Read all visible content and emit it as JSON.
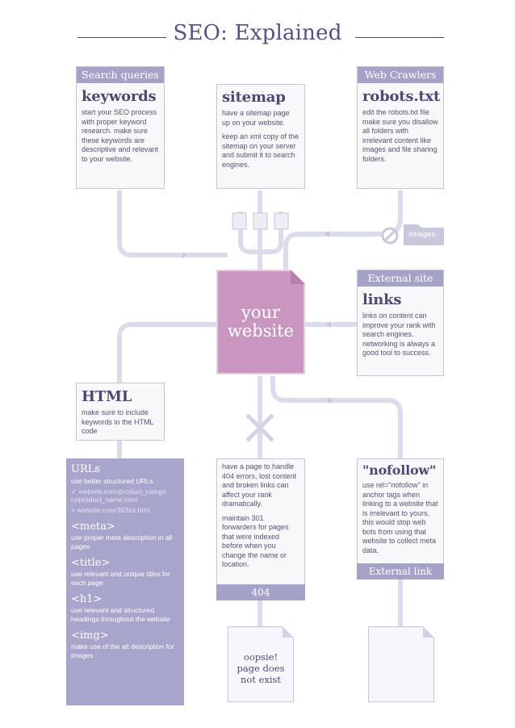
{
  "title": "SEO: Explained",
  "colors": {
    "accent": "#a5a2c8",
    "website": "#c896bf",
    "text": "#4d4a72"
  },
  "keywords_card": {
    "header": "Search queries",
    "heading": "keywords",
    "text": "start your SEO process with proper keyword research. make sure these keywords are descriptive and relevant to your website."
  },
  "sitemap_card": {
    "heading": "sitemap",
    "text1": "have a sitemap page up on your website.",
    "text2": "keep an xml copy of the sitemap on your server and submit it to search engines."
  },
  "robots_card": {
    "header": "Web Crawlers",
    "heading": "robots.txt",
    "text": "edit the robots.txt file make sure you disallow all folders with irrelevant content like images and file sharing folders."
  },
  "images_folder": "/images",
  "website": {
    "line1": "your",
    "line2": "website"
  },
  "links_card": {
    "header": "External site",
    "heading": "links",
    "text": "links on content can improve your rank with search engines. networking is always a good tool to success."
  },
  "html_card": {
    "heading": "HTML",
    "text": "make sure to include keywords in the HTML code"
  },
  "urls_panel": {
    "heading": "URLs",
    "sub": "use better structured URLs",
    "good_url": "✓ website.com/product_catego ry/product_name.html",
    "bad_url": "× website.com/353za.html",
    "meta_tag": "<meta>",
    "meta_text": "use proper meta description in all pages",
    "title_tag": "<title>",
    "title_text": "use relevant and unique titles for each page",
    "h1_tag": "<h1>",
    "h1_text": "use relevant and structured headings throughout the website",
    "img_tag": "<img>",
    "img_text": "make use of the alt description for images"
  },
  "card_404": {
    "text1": "have a page to handle 404 errors, lost content and broken links can affect your rank dramatically.",
    "text2": "maintain 301 forwarders for pages that were indexed before when you change the name or location.",
    "label": "404"
  },
  "nofollow_card": {
    "heading": "\"nofollow\"",
    "text": "use rel=\"nofollow\" in anchor tags when linking to a website that is irrelevant to yours, this would stop web bots from using that website to collect meta data.",
    "footer": "External link"
  },
  "oopsie_doc": {
    "line1": "oopsie!",
    "line2": "page does",
    "line3": "not exist"
  }
}
